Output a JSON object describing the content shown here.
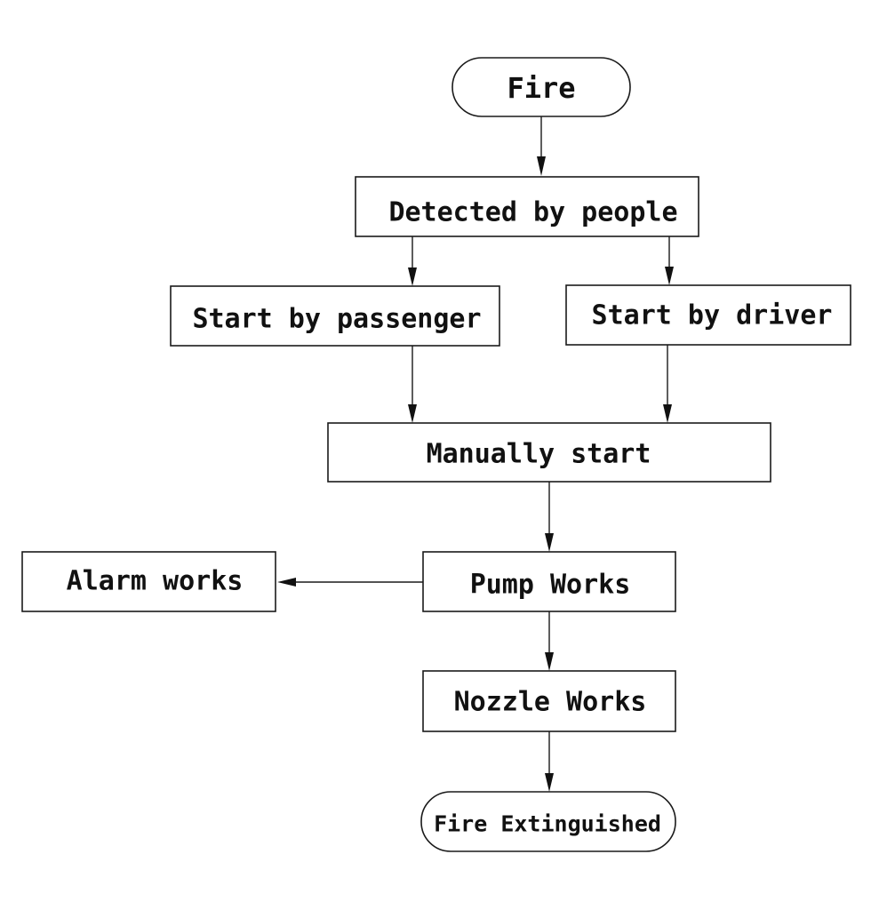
{
  "flowchart": {
    "nodes": {
      "fire": {
        "label": "Fire"
      },
      "detected": {
        "label": "Detected by people"
      },
      "passenger": {
        "label": "Start by passenger"
      },
      "driver": {
        "label": "Start by driver"
      },
      "manual": {
        "label": "Manually start"
      },
      "pump": {
        "label": "Pump Works"
      },
      "alarm": {
        "label": "Alarm works"
      },
      "nozzle": {
        "label": "Nozzle Works"
      },
      "extinguished": {
        "label": "Fire Extinguished"
      }
    },
    "edges": [
      {
        "from": "fire",
        "to": "detected"
      },
      {
        "from": "detected",
        "to": "passenger"
      },
      {
        "from": "detected",
        "to": "driver"
      },
      {
        "from": "passenger",
        "to": "manual"
      },
      {
        "from": "driver",
        "to": "manual"
      },
      {
        "from": "manual",
        "to": "pump"
      },
      {
        "from": "pump",
        "to": "alarm"
      },
      {
        "from": "pump",
        "to": "nozzle"
      },
      {
        "from": "nozzle",
        "to": "extinguished"
      }
    ]
  }
}
